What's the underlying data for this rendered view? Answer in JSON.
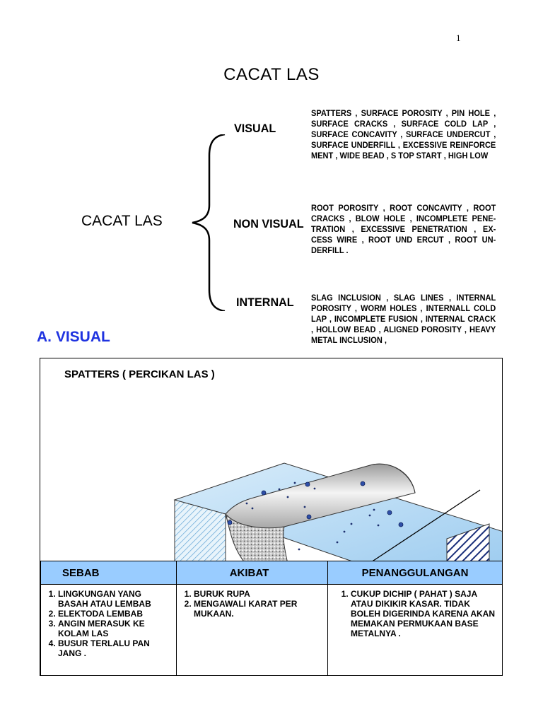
{
  "page_number": "1",
  "title": "CACAT LAS",
  "diagram": {
    "root": "CACAT LAS",
    "branches": [
      {
        "label": "VISUAL",
        "description": "SPATTERS , SURFACE POROSITY , PIN HOLE , SURFACE CRACKS , SURFACE COLD LAP , SURFACE CONCAVITY , SURFACE UNDERCUT , SURFACE UNDERFILL , EXCESSIVE REINFORCE MENT , WIDE BEAD , S TOP START , HIGH LOW"
      },
      {
        "label": "NON VISUAL",
        "description": "ROOT POROSITY , ROOT CONCAVITY , ROOT CRACKS , BLOW HOLE , INCOMPLETE PENE- TRATION , EXCESSIVE PENETRATION , EX- CESS WIRE , ROOT UND ERCUT , ROOT UN- DERFILL ."
      },
      {
        "label": "INTERNAL",
        "description": "SLAG INCLUSION , SLAG LINES , INTERNAL POROSITY , WORM HOLES , INTERNALL COLD LAP , INCOMPLETE FUSION , INTERNAL CRACK , HOLLOW BEAD , ALIGNED POROSITY , HEAVY METAL INCLUSION ,"
      }
    ]
  },
  "section": {
    "heading": "A. VISUAL",
    "panel_title": "SPATTERS ( PERCIKAN LAS )",
    "table": {
      "headers": [
        "SEBAB",
        "AKIBAT",
        "PENANGGULANGAN"
      ],
      "sebab": [
        "LINGKUNGAN YANG BASAH ATAU LEMBAB",
        "ELEKTODA LEMBAB",
        "ANGIN MERASUK KE KOLAM LAS",
        "BUSUR TERLALU PAN JANG ."
      ],
      "akibat": [
        "BURUK RUPA",
        "MENGAWALI KARAT PER MUKAAN."
      ],
      "penanggulangan": [
        "CUKUP DICHIP ( PAHAT ) SAJA ATAU DIKIKIR KASAR. TIDAK BOLEH DIGERINDA KARENA AKAN MEMAKAN PERMUKAAN BASE METALNYA ."
      ]
    }
  },
  "colors": {
    "heading_blue": "#1f33e0",
    "table_header": "#99ccff",
    "plate": "#9fd0f0"
  },
  "illustration_icon": "welded-plate-with-spatter-icon"
}
